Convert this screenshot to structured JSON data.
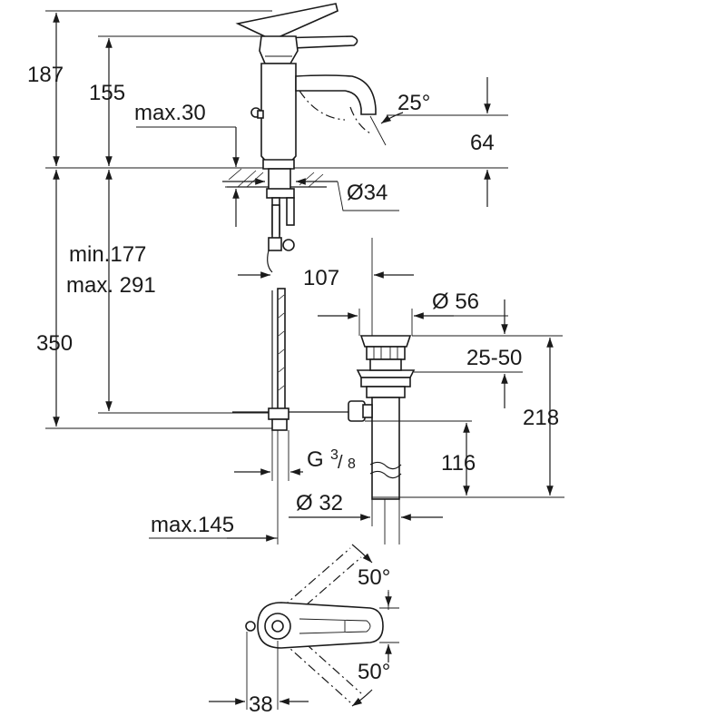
{
  "dimensions": {
    "h_187": "187",
    "h_155": "155",
    "max_30": "max.30",
    "angle_25": "25°",
    "h_64": "64",
    "dia_34": "Ø34",
    "min_177": "min.177",
    "max_291": "max. 291",
    "h_350": "350",
    "d_107": "107",
    "dia_56": "Ø 56",
    "range_25_50": "25-50",
    "h_218": "218",
    "h_116": "116",
    "thread_g": "G",
    "thread_num": "3",
    "thread_den": "8",
    "dia_32": "Ø 32",
    "max_145": "max.145",
    "angle_50_top": "50°",
    "angle_50_bottom": "50°",
    "d_38": "38"
  }
}
